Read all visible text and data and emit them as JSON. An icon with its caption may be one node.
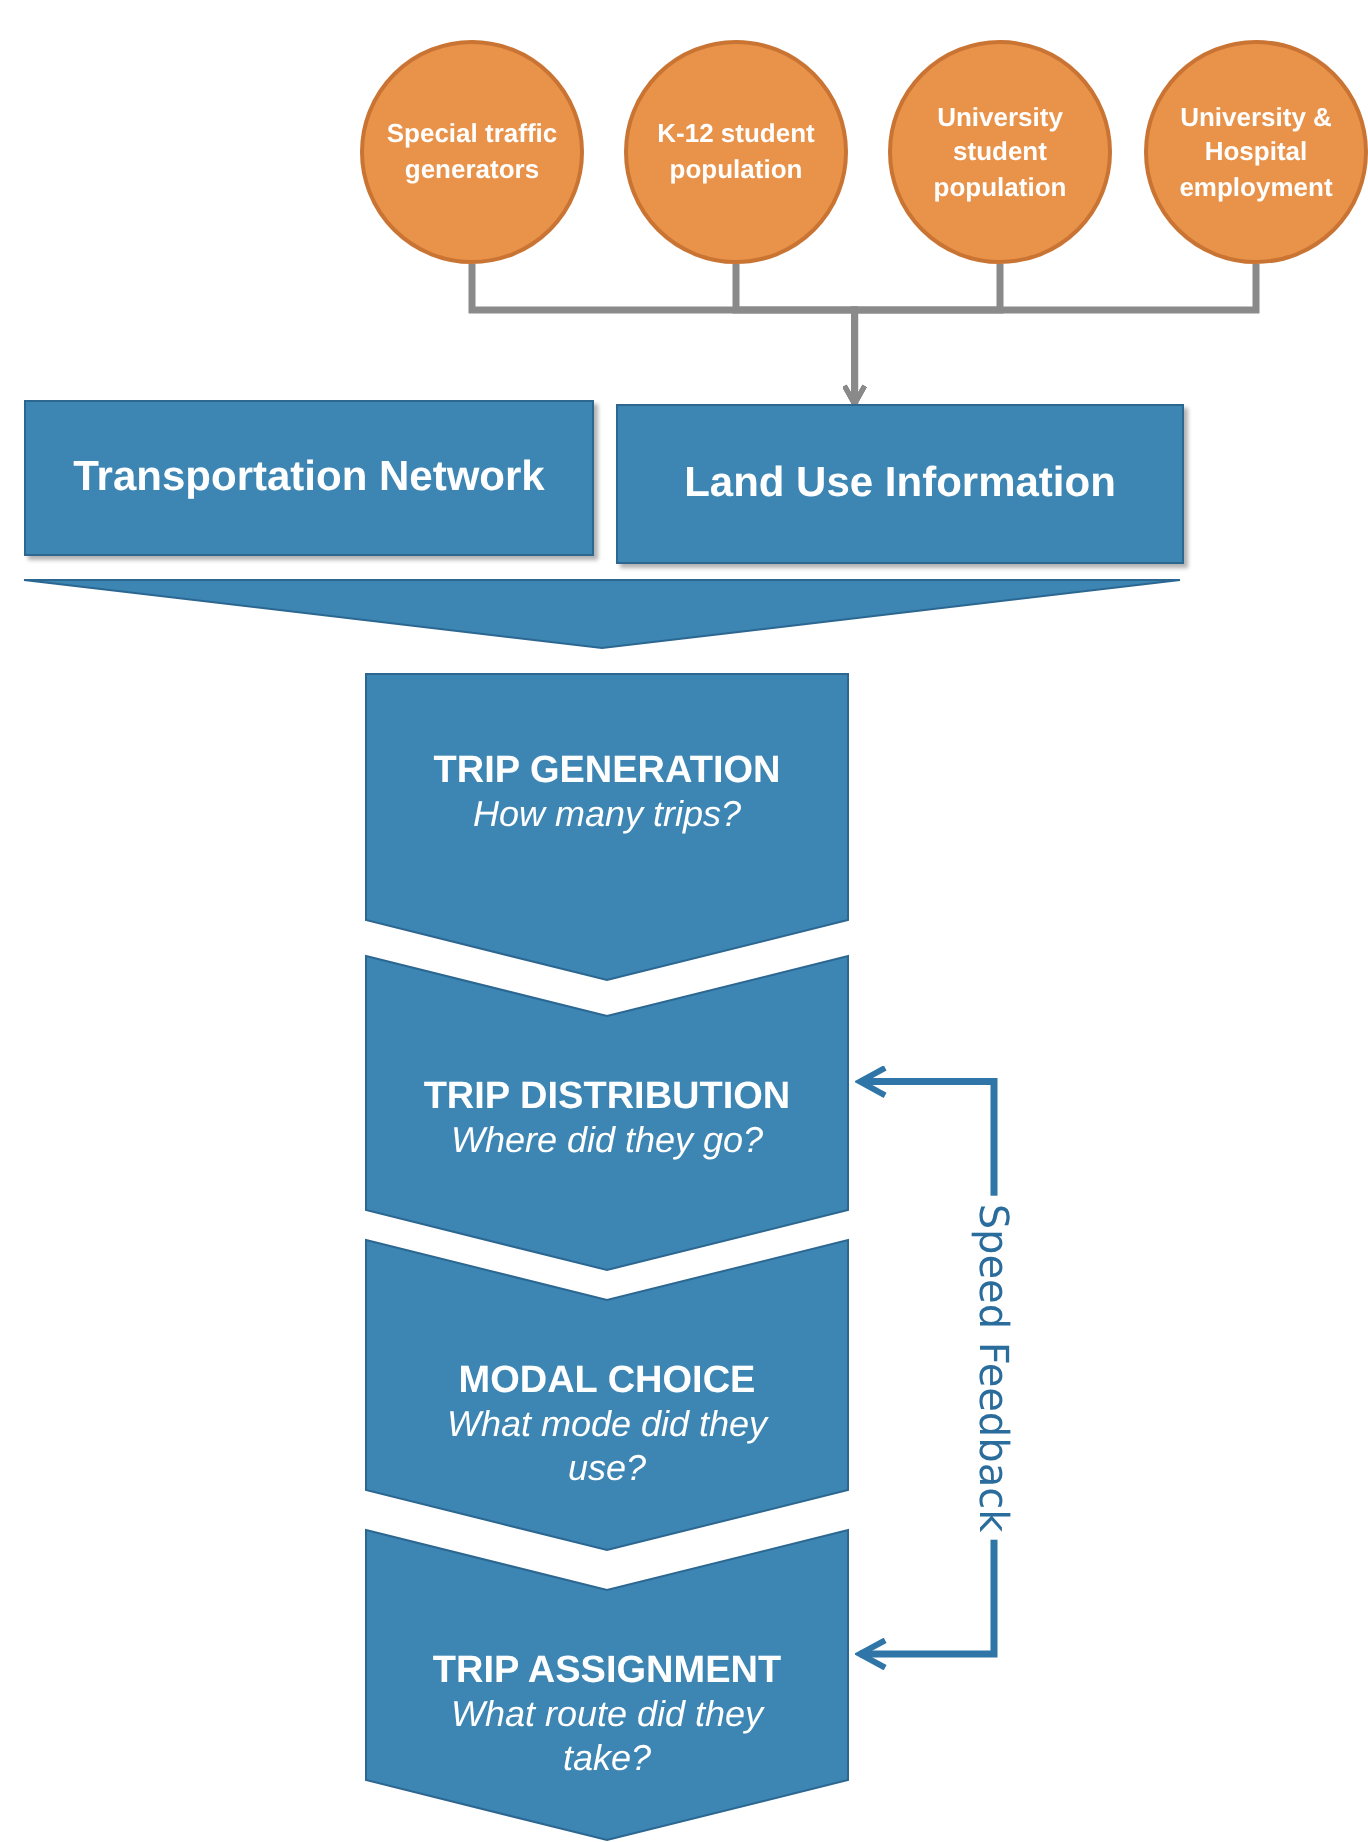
{
  "diagram": {
    "nodes": [
      {
        "text": [
          "Special traffic generators"
        ]
      },
      {
        "text": [
          "K-12 student population"
        ]
      },
      {
        "text": [
          "University student population"
        ]
      },
      {
        "text": [
          "University & Hospital employment"
        ]
      },
      {
        "text": [
          "Transportation Network"
        ]
      },
      {
        "text": [
          "Land Use Information"
        ]
      },
      {
        "text": [],
        "shape": "triangle"
      },
      {
        "text": [
          "TRIP GENERATION",
          "How many trips?"
        ]
      },
      {
        "text": [
          "TRIP DISTRIBUTION",
          "Where did they go?"
        ]
      },
      {
        "text": [
          "MODAL CHOICE",
          "What mode did they use?"
        ]
      },
      {
        "text": [
          "TRIP ASSIGNMENT",
          "What route did they take?"
        ]
      }
    ],
    "edges": [
      {
        "from": 0,
        "to": 5,
        "arrow": "to"
      },
      {
        "from": 1,
        "to": 5,
        "arrow": "to"
      },
      {
        "from": 2,
        "to": 5,
        "arrow": "to"
      },
      {
        "from": 3,
        "to": 5,
        "arrow": "to"
      },
      {
        "from": 8,
        "to": 10,
        "arrow": "both",
        "label": "Speed Feedback",
        "color": "#2f75a8"
      }
    ]
  }
}
